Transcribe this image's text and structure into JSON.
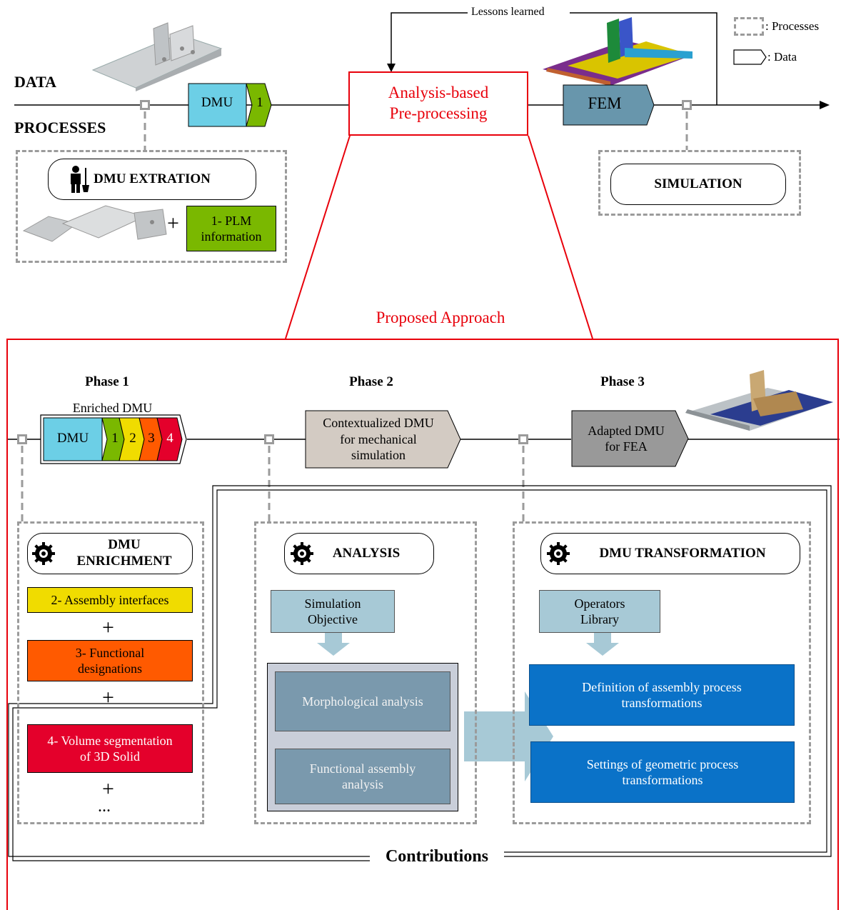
{
  "top": {
    "data_label": "DATA",
    "processes_label": "PROCESSES",
    "lessons_learned": "Lessons learned",
    "dmu_tag": "DMU",
    "dmu_tag_num": "1",
    "center_box": "Analysis-based\nPre-processing",
    "fem_tag": "FEM",
    "legend_processes": ": Processes",
    "legend_data": ": Data",
    "extraction_title": "DMU EXTRATION",
    "plm_info": "1- PLM\ninformation",
    "simulation_title": "SIMULATION"
  },
  "approach": {
    "title": "Proposed Approach",
    "phase1": "Phase 1",
    "phase2": "Phase 2",
    "phase3": "Phase 3",
    "enriched_dmu": "Enriched DMU",
    "enriched_dmu_tag": "DMU",
    "enriched_nums": [
      "1",
      "2",
      "3",
      "4"
    ],
    "contextualized": "Contextualized DMU\nfor mechanical\nsimulation",
    "adapted": "Adapted DMU\nfor FEA",
    "enrichment_title": "DMU\nENRICHMENT",
    "assembly_interfaces": "2- Assembly interfaces",
    "functional_designations": "3- Functional\ndesignations",
    "volume_segmentation": "4- Volume segmentation\nof 3D Solid",
    "ellipsis": "...",
    "analysis_title": "ANALYSIS",
    "simulation_objective": "Simulation\nObjective",
    "morphological": "Morphological analysis",
    "functional_assembly": "Functional assembly\nanalysis",
    "transformation_title": "DMU TRANSFORMATION",
    "operators_library": "Operators\nLibrary",
    "definition_transform": "Definition of assembly process\ntransformations",
    "settings_transform": "Settings of geometric process\ntransformations",
    "contributions": "Contributions"
  },
  "colors": {
    "red": "#e8000b",
    "dmu_blue": "#6ccfe6",
    "green": "#7ab800",
    "yellow": "#f0dc00",
    "orange": "#ff5a00",
    "crimson": "#e4002b",
    "fem_blue": "#6896ac",
    "light_blue": "#a7c9d6",
    "beige": "#d3cbc3",
    "gray": "#999999",
    "steel": "#7a99ad",
    "dark_blue": "#0a72c8"
  }
}
